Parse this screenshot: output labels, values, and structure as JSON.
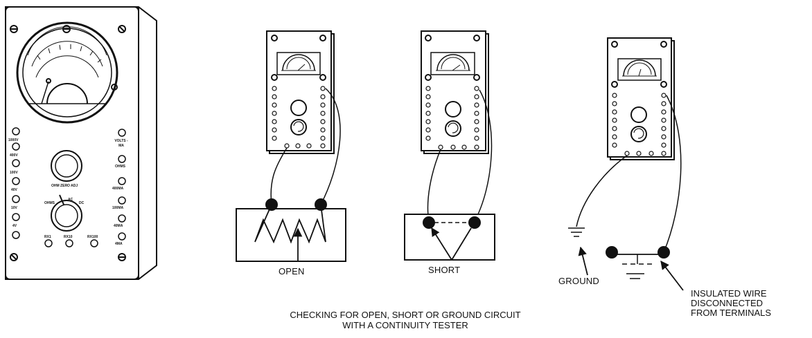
{
  "meter_labels": {
    "left_terminals": [
      "1000V",
      "400V",
      "100V",
      "40V",
      "10V",
      "4V"
    ],
    "right_terminals": [
      "VOLTS -MA",
      "OHMS",
      "400MA",
      "100MA",
      "40MA",
      "4MA"
    ],
    "knob_caption": "OHM ZERO ADJ",
    "selector_labels": [
      "OHMS",
      "AC",
      "DC"
    ],
    "bottom_terminals": [
      "RX1",
      "RX10",
      "RX100"
    ]
  },
  "labels": {
    "open": "OPEN",
    "short": "SHORT",
    "ground": "GROUND",
    "insulated_line1": "INSULATED WIRE",
    "insulated_line2": "DISCONNECTED",
    "insulated_line3": "FROM TERMINALS"
  },
  "caption": {
    "line1": "CHECKING FOR OPEN, SHORT OR GROUND CIRCUIT",
    "line2": "WITH A CONTINUITY TESTER"
  }
}
